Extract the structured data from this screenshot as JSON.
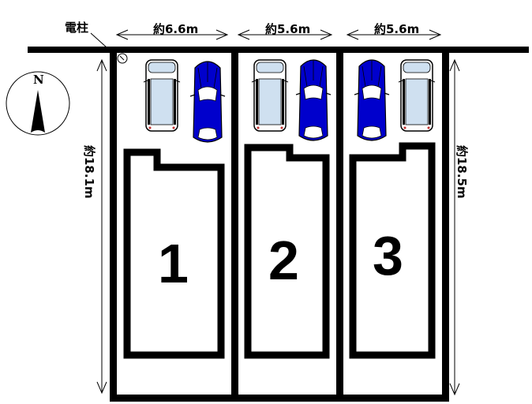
{
  "utility_pole": {
    "label": "電柱"
  },
  "compass": {
    "label": "N"
  },
  "frontage_dimensions": [
    {
      "label": "約6.6m"
    },
    {
      "label": "約5.6m"
    },
    {
      "label": "約5.6m"
    }
  ],
  "depth_dimensions": {
    "left": {
      "label": "約18.1m"
    },
    "right": {
      "label": "約18.5m"
    }
  },
  "lots": [
    {
      "number": "1"
    },
    {
      "number": "2"
    },
    {
      "number": "3"
    }
  ],
  "colors": {
    "line": "#000000",
    "car_blue": "#0000cc",
    "car_light": "#cfe0f0",
    "background": "#ffffff"
  }
}
